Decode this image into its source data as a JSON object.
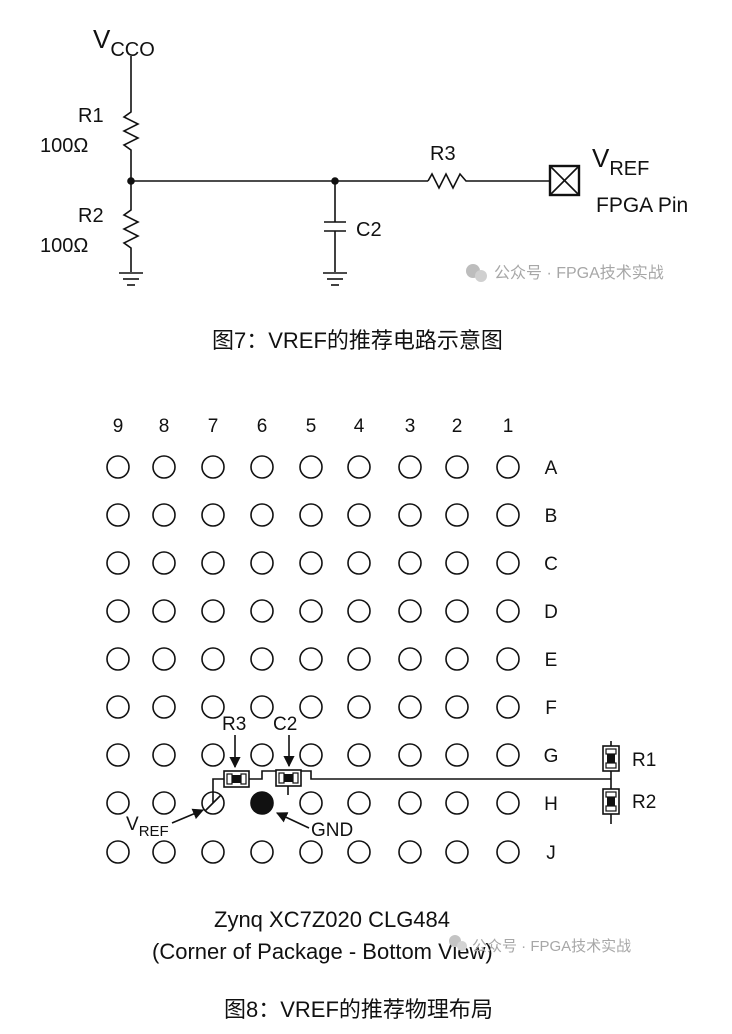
{
  "figure7": {
    "labels": {
      "vcco_main": "V",
      "vcco_sub": "CCO",
      "r1": "R1",
      "r1_value": "100Ω",
      "r2": "R2",
      "r2_value": "100Ω",
      "c2": "C2",
      "r3": "R3",
      "vref_main": "V",
      "vref_sub": "REF",
      "fpga_pin": "FPGA Pin"
    },
    "watermark": "公众号 · FPGA技术实战",
    "caption": "图7：VREF的推荐电路示意图"
  },
  "figure8": {
    "columns": [
      "9",
      "8",
      "7",
      "6",
      "5",
      "4",
      "3",
      "2",
      "1"
    ],
    "rows": [
      "A",
      "B",
      "C",
      "D",
      "E",
      "F",
      "G",
      "H",
      "J"
    ],
    "labels": {
      "r3": "R3",
      "c2": "C2",
      "r1": "R1",
      "r2": "R2",
      "vref_main": "V",
      "vref_sub": "REF",
      "gnd": "GND"
    },
    "title_line1": "Zynq XC7Z020 CLG484",
    "title_line2": "(Corner of Package - Bottom View)",
    "watermark": "公众号 · FPGA技术实战",
    "caption": "图8：VREF的推荐物理布局"
  }
}
